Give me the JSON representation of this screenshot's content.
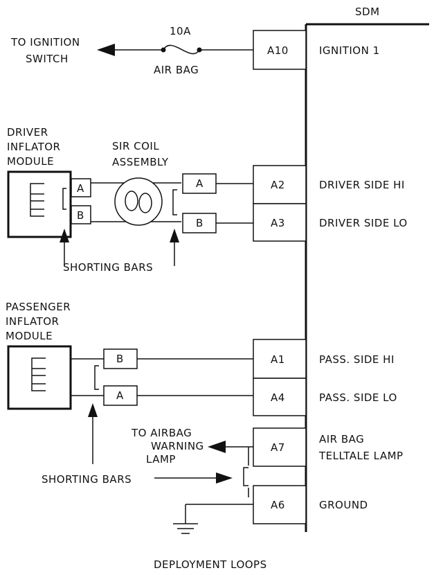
{
  "sdm_label": "SDM",
  "fuse": {
    "rating": "10A",
    "name": "AIR BAG"
  },
  "ignition_switch": {
    "line1": "TO IGNITION",
    "line2": "SWITCH"
  },
  "driver_module": {
    "line1": "DRIVER",
    "line2": "INFLATOR",
    "line3": "MODULE",
    "pin_a": "A",
    "pin_b": "B"
  },
  "coil": {
    "line1": "SIR COIL",
    "line2": "ASSEMBLY",
    "pin_a": "A",
    "pin_b": "B"
  },
  "passenger_module": {
    "line1": "PASSENGER",
    "line2": "INFLATOR",
    "line3": "MODULE",
    "pin_b": "B",
    "pin_a": "A"
  },
  "shorting_bars_label": "SHORTING BARS",
  "warning_lamp": {
    "line1": "TO AIRBAG",
    "line2": "WARNING",
    "line3": "LAMP"
  },
  "terminals": [
    {
      "id": "A10",
      "signal": "IGNITION 1"
    },
    {
      "id": "A2",
      "signal": "DRIVER SIDE HI"
    },
    {
      "id": "A3",
      "signal": "DRIVER SIDE LO"
    },
    {
      "id": "A1",
      "signal": "PASS. SIDE HI"
    },
    {
      "id": "A4",
      "signal": "PASS. SIDE LO"
    },
    {
      "id": "A7",
      "signal": "AIR BAG",
      "signal2": "TELLTALE LAMP"
    },
    {
      "id": "A6",
      "signal": "GROUND"
    }
  ],
  "caption": "DEPLOYMENT LOOPS"
}
